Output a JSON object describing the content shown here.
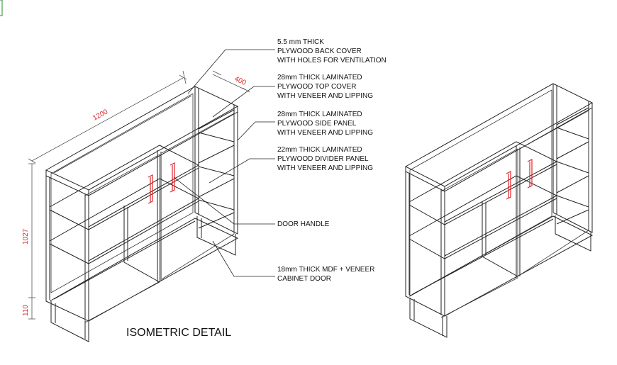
{
  "title": "ISOMETRIC DETAIL",
  "dimensions": {
    "width": "1200",
    "depth": "400",
    "height": "1027",
    "plinth": "110"
  },
  "callouts": [
    {
      "lines": [
        "5.5 mm THICK",
        "PLYWOOD BACK COVER",
        "WITH HOLES FOR VENTILATION"
      ]
    },
    {
      "lines": [
        "28mm THICK LAMINATED",
        "PLYWOOD TOP COVER",
        "WITH VENEER AND LIPPING"
      ]
    },
    {
      "lines": [
        "28mm THICK LAMINATED",
        "PLYWOOD SIDE PANEL",
        "WITH VENEER AND LIPPING"
      ]
    },
    {
      "lines": [
        "22mm THICK LAMINATED",
        "PLYWOOD DIVIDER PANEL",
        "WITH VENEER AND LIPPING"
      ]
    },
    {
      "lines": [
        "DOOR HANDLE"
      ]
    },
    {
      "lines": [
        "18mm THICK MDF + VENEER",
        "CABINET DOOR"
      ]
    }
  ],
  "colors": {
    "line": "#222222",
    "dimension_text": "#e0262b",
    "handle": "#e0262b"
  }
}
